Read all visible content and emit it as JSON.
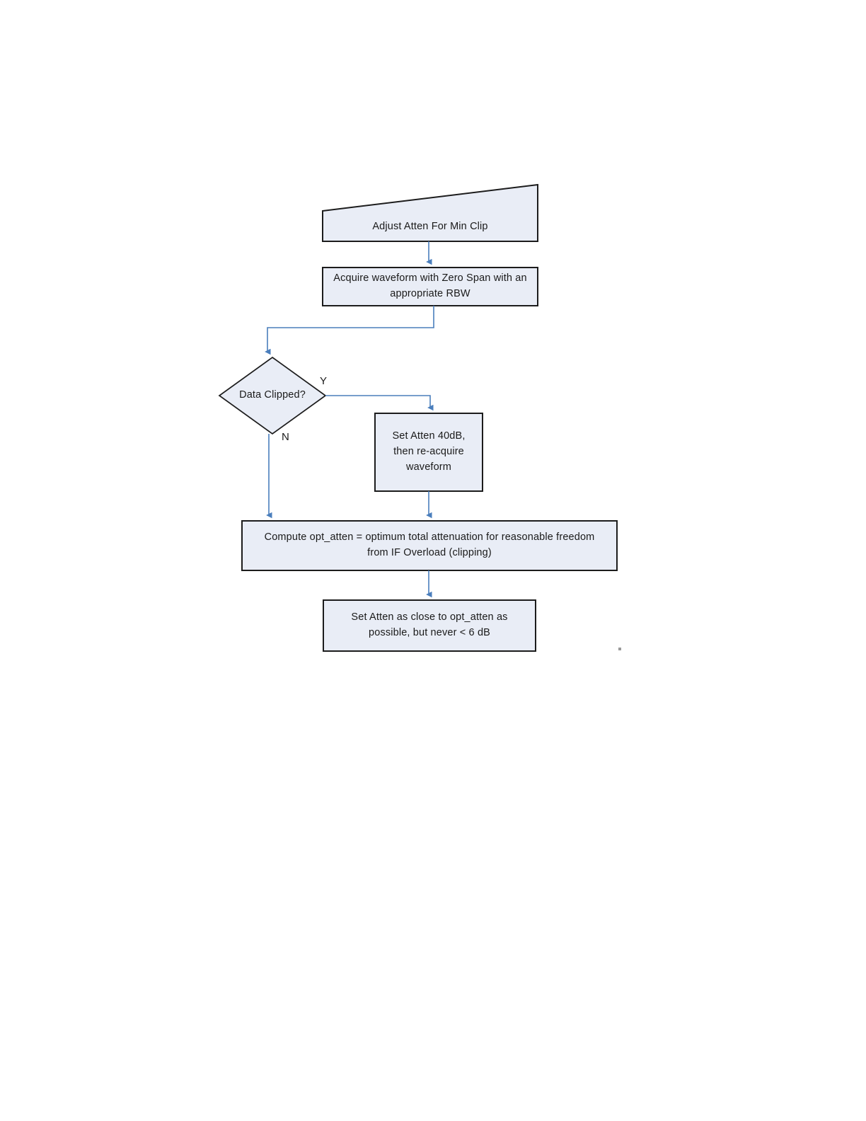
{
  "diagram": {
    "type": "flowchart",
    "title_shape_label": "Adjust Atten For Min Clip",
    "background_color": "#ffffff",
    "shape_fill": "#e9edf6",
    "shape_stroke": "#1c1c1c",
    "connector_color": "#4a7ebc",
    "nodes": [
      {
        "id": "start",
        "shape": "trapezoid",
        "text": "Adjust Atten For Min Clip"
      },
      {
        "id": "acquire",
        "shape": "rectangle",
        "text": "Acquire waveform with Zero Span with an appropriate RBW"
      },
      {
        "id": "decision",
        "shape": "diamond",
        "text": "Data Clipped?"
      },
      {
        "id": "set_atten_40",
        "shape": "rectangle",
        "text": "Set Atten 40dB,\nthen re-acquire\nwaveform"
      },
      {
        "id": "compute",
        "shape": "rectangle",
        "text": "Compute opt_atten = optimum total attenuation for reasonable freedom from IF Overload (clipping)"
      },
      {
        "id": "set_final",
        "shape": "rectangle",
        "text": "Set Atten as close to opt_atten as possible, but never < 6 dB"
      }
    ],
    "edges": [
      {
        "id": "start-to-acquire",
        "from": "start",
        "to": "acquire",
        "label": ""
      },
      {
        "id": "acquire-to-decision",
        "from": "acquire",
        "to": "decision",
        "label": ""
      },
      {
        "id": "decision-yes",
        "from": "decision",
        "to": "set_atten_40",
        "label": "Y"
      },
      {
        "id": "decision-no",
        "from": "decision",
        "to": "compute",
        "label": "N"
      },
      {
        "id": "setatten-to-compute",
        "from": "set_atten_40",
        "to": "compute",
        "label": ""
      },
      {
        "id": "compute-to-final",
        "from": "compute",
        "to": "set_final",
        "label": ""
      }
    ]
  }
}
